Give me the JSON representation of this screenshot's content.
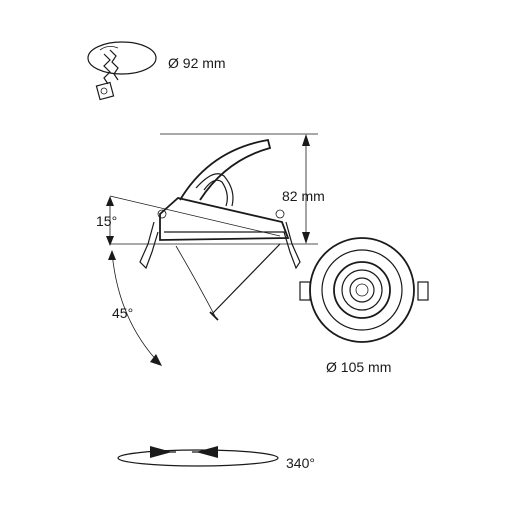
{
  "cutout": {
    "label": "Ø 92 mm"
  },
  "height": {
    "label": "82 mm"
  },
  "tilt_up": {
    "label": "15°"
  },
  "tilt_down": {
    "label": "45°"
  },
  "diameter": {
    "label": "Ø 105 mm"
  },
  "rotation": {
    "label": "340°"
  }
}
